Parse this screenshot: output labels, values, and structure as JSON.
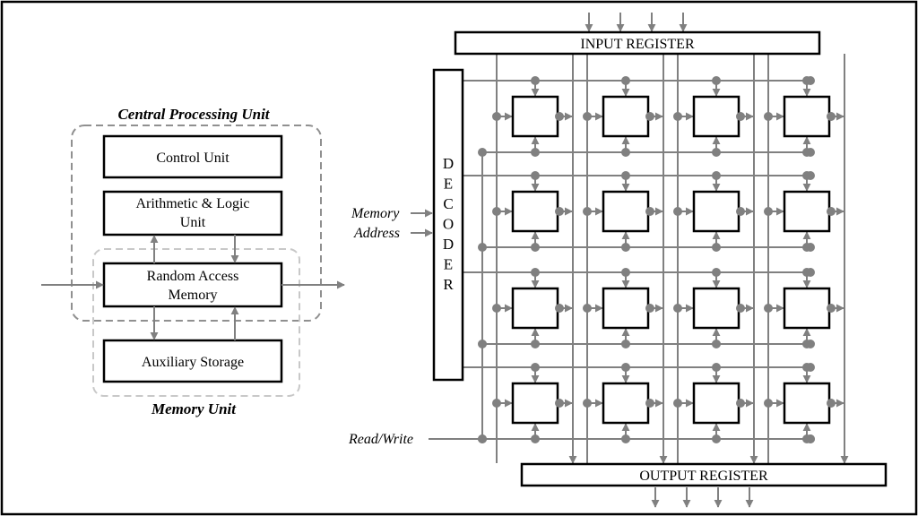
{
  "cpu": {
    "title": "Central Processing Unit",
    "control_unit": "Control Unit",
    "alu_line1": "Arithmetic & Logic",
    "alu_line2": "Unit",
    "ram_line1": "Random Access",
    "ram_line2": "Memory"
  },
  "memory_unit": {
    "title": "Memory Unit",
    "auxiliary": "Auxiliary Storage"
  },
  "memory_array": {
    "input_register": "INPUT REGISTER",
    "output_register": "OUTPUT REGISTER",
    "decoder_letters": [
      "D",
      "E",
      "C",
      "O",
      "D",
      "E",
      "R"
    ],
    "memory_address_line1": "Memory",
    "memory_address_line2": "Address",
    "read_write": "Read/Write"
  },
  "colors": {
    "line": "#808080",
    "box_border": "#000000",
    "cpu_dash": "#909090",
    "memory_dash": "#c8c8c8"
  }
}
